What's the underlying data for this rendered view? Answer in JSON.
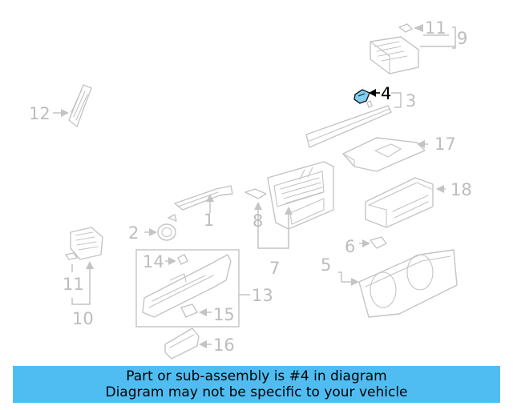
{
  "callouts": {
    "c1": "1",
    "c2": "2",
    "c3": "3",
    "c4": "4",
    "c5": "5",
    "c6": "6",
    "c7": "7",
    "c8": "8",
    "c9": "9",
    "c10": "10",
    "c11a": "11",
    "c11b": "11",
    "c12": "12",
    "c13": "13",
    "c14": "14",
    "c15": "15",
    "c16": "16",
    "c17": "17",
    "c18": "18"
  },
  "highlight": {
    "callout": "4",
    "color": "#7fd0f2"
  },
  "banner": {
    "line1": "Part or sub-assembly is #4 in diagram",
    "line2": "Diagram may not be specific to your vehicle",
    "color": "#4fbdf2"
  }
}
